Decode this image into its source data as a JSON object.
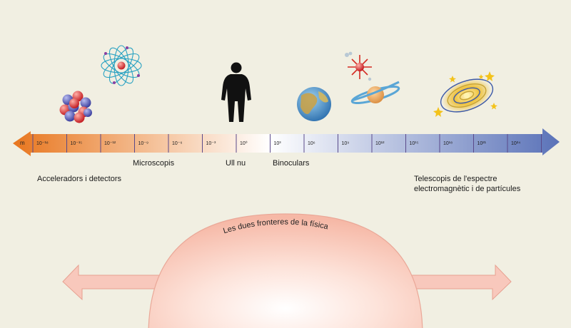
{
  "scale": {
    "unit": "m",
    "ticks": [
      "10⁻¹⁸",
      "10⁻¹⁵",
      "10⁻¹²",
      "10⁻⁹",
      "10⁻⁶",
      "10⁻³",
      "10⁰",
      "10³",
      "10⁶",
      "10⁹",
      "10¹²",
      "10¹⁵",
      "10¹⁸",
      "10²¹",
      "10²⁴"
    ],
    "colors": {
      "start": "#e8761e",
      "middle": "#ffffff",
      "end": "#5a72b8"
    }
  },
  "labels": {
    "accelerators": "Acceleradors i detectors",
    "microscopes": "Microscopis",
    "naked_eye": "Ull nu",
    "binoculars": "Binoculars",
    "telescopes_line1": "Telescopis de l'espectre",
    "telescopes_line2": "electromagnètic i de partícules"
  },
  "bottom_title": "Les dues fronteres de la física",
  "icons": [
    "nucleus-icon",
    "atom-icon",
    "human-silhouette-icon",
    "earth-icon",
    "star-icon",
    "saturn-icon",
    "galaxy-icon"
  ]
}
